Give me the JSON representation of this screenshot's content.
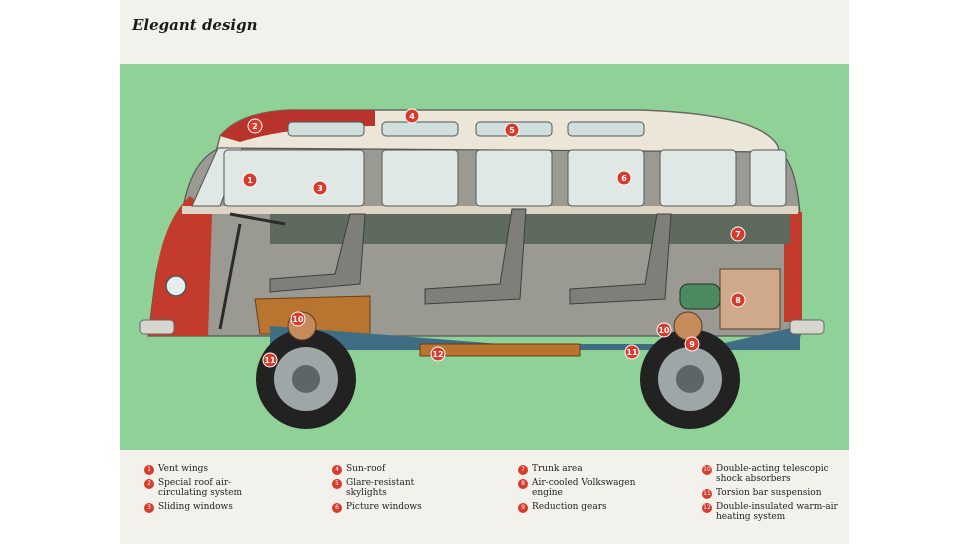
{
  "title": "Elegant design",
  "markers": [
    "1",
    "2",
    "3",
    "4",
    "5",
    "6",
    "7",
    "8",
    "9",
    "10",
    "11",
    "12"
  ],
  "legend": [
    {
      "num": "1",
      "text": "Vent wings"
    },
    {
      "num": "2",
      "text": "Special roof air-circulating system"
    },
    {
      "num": "3",
      "text": "Sliding windows"
    },
    {
      "num": "4",
      "text": "Sun-roof"
    },
    {
      "num": "5",
      "text": "Glare-resistant skylights"
    },
    {
      "num": "6",
      "text": "Picture windows"
    },
    {
      "num": "7",
      "text": "Trunk area"
    },
    {
      "num": "8",
      "text": "Air-cooled Volkswagen engine"
    },
    {
      "num": "9",
      "text": "Reduction gears"
    },
    {
      "num": "10",
      "text": "Double-acting telescopic shock absorbers"
    },
    {
      "num": "11",
      "text": "Torsion bar suspension"
    },
    {
      "num": "12",
      "text": "Double-insulated warm-air heating system"
    }
  ],
  "colors": {
    "background": "#8fd197",
    "accent": "#d83a2c",
    "body": "#ece6d8"
  }
}
